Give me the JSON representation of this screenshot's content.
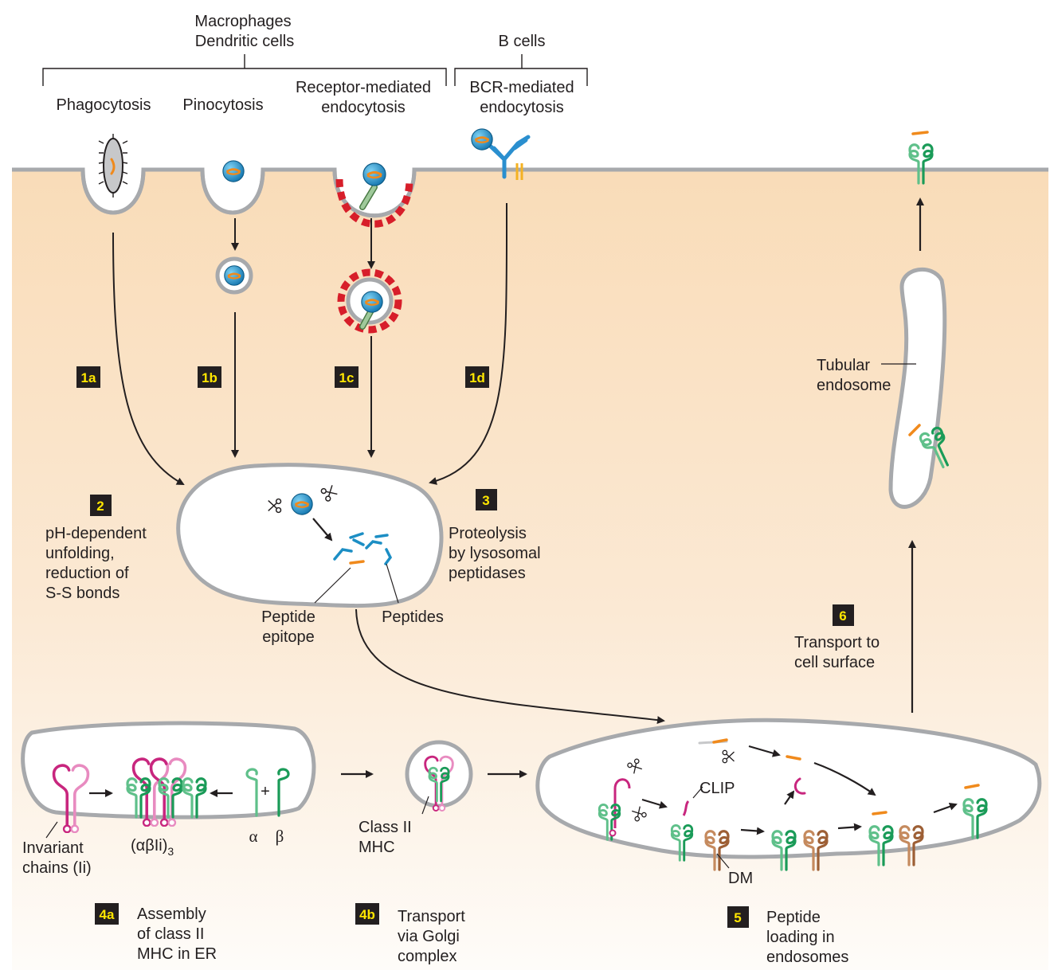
{
  "header": {
    "group_left": [
      "Macrophages",
      "Dendritic cells"
    ],
    "group_right": "B cells"
  },
  "routes": {
    "phagocytosis": "Phagocytosis",
    "pinocytosis": "Pinocytosis",
    "receptor_mediated": [
      "Receptor-mediated",
      "endocytosis"
    ],
    "bcr_mediated": [
      "BCR-mediated",
      "endocytosis"
    ]
  },
  "badges": {
    "b1a": "1a",
    "b1b": "1b",
    "b1c": "1c",
    "b1d": "1d",
    "b2": "2",
    "b3": "3",
    "b4a": "4a",
    "b4b": "4b",
    "b5": "5",
    "b6": "6"
  },
  "steps": {
    "s2": [
      "pH-dependent",
      "unfolding,",
      "reduction of",
      "S-S bonds"
    ],
    "s3": [
      "Proteolysis",
      "by lysosomal",
      "peptidases"
    ],
    "s4a": [
      "Assembly",
      "of class II",
      "MHC in ER"
    ],
    "s4b": [
      "Transport",
      "via Golgi",
      "complex"
    ],
    "s5": [
      "Peptide",
      "loading in",
      "endosomes"
    ],
    "s6": [
      "Transport to",
      "cell surface"
    ]
  },
  "labels": {
    "peptide_epitope": [
      "Peptide",
      "epitope"
    ],
    "peptides": "Peptides",
    "tubular_endosome": [
      "Tubular",
      "endosome"
    ],
    "invariant_chains": [
      "Invariant",
      "chains (Ii)"
    ],
    "complex_main": "(αβIi)",
    "complex_sub": "3",
    "alpha": "α",
    "beta": "β",
    "plus": "+",
    "class2_mhc": [
      "Class II",
      "MHC"
    ],
    "clip": "CLIP",
    "dm": "DM"
  },
  "colors": {
    "cytoplasm_top": "#f9dcb8",
    "cytoplasm_bottom": "#fefcf9",
    "membrane": "#a7a9ac",
    "mhc_green": "#1a9b58",
    "mhc_light_green": "#5fc08a",
    "invariant_magenta": "#c8267e",
    "invariant_pink": "#e88bc0",
    "dm_brown": "#b4764a",
    "peptide_blue": "#1c8ec4",
    "peptide_orange": "#f08a1c",
    "clathrin_red": "#d71e2a",
    "receptor_green": "#9fc99a",
    "badge_bg": "#231f20",
    "badge_text": "#ffe600",
    "antibody_blue": "#2a8fcf"
  }
}
